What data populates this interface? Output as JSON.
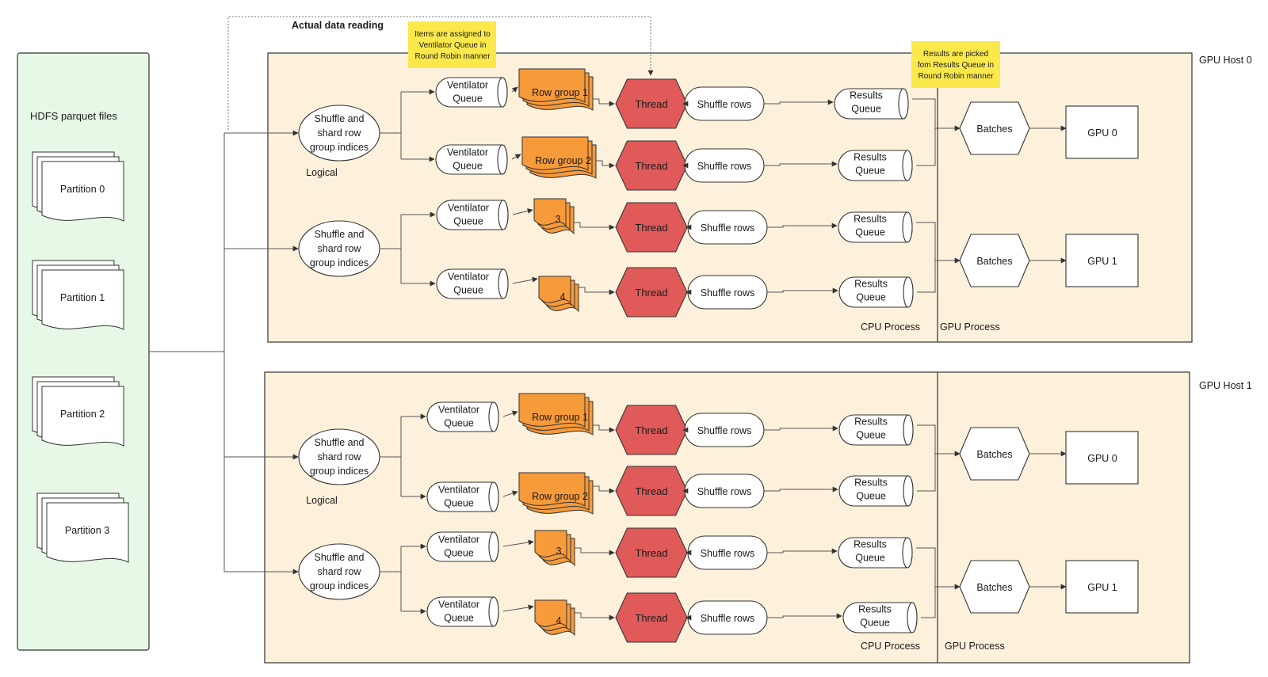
{
  "source": {
    "title": "HDFS parquet files",
    "partitions": [
      "Partition 0",
      "Partition 1",
      "Partition 2",
      "Partition 3"
    ]
  },
  "annotations": {
    "actual_data_reading": "Actual data reading",
    "note_ventilator": [
      "Items are assigned to",
      "Ventilator Queue in",
      "Round Robin manner"
    ],
    "note_results": [
      "Results are picked",
      "fom Results Queue in",
      "Round Robin manner"
    ]
  },
  "hosts": [
    {
      "title": "GPU Host 0",
      "cpu_label": "CPU Process",
      "gpu_label": "GPU Process",
      "logical_label": "Logical",
      "shard_label": [
        "Shuffle and",
        "shard row",
        "group indices"
      ],
      "lanes": [
        {
          "ventilator": [
            "Ventilator",
            "Queue"
          ],
          "row_group": "Row group 1",
          "thread": "Thread",
          "shuffle": "Shuffle rows",
          "results": [
            "Results",
            "Queue"
          ]
        },
        {
          "ventilator": [
            "Ventilator",
            "Queue"
          ],
          "row_group": "Row group 2",
          "thread": "Thread",
          "shuffle": "Shuffle rows",
          "results": [
            "Results",
            "Queue"
          ]
        },
        {
          "ventilator": [
            "Ventilator",
            "Queue"
          ],
          "row_group": "3",
          "thread": "Thread",
          "shuffle": "Shuffle rows",
          "results": [
            "Results",
            "Queue"
          ]
        },
        {
          "ventilator": [
            "Ventilator",
            "Queue"
          ],
          "row_group": "4",
          "thread": "Thread",
          "shuffle": "Shuffle rows",
          "results": [
            "Results",
            "Queue"
          ]
        }
      ],
      "batches": [
        "Batches",
        "Batches"
      ],
      "gpus": [
        "GPU 0",
        "GPU 1"
      ]
    },
    {
      "title": "GPU Host 1",
      "cpu_label": "CPU Process",
      "gpu_label": "GPU Process",
      "logical_label": "Logical",
      "shard_label": [
        "Shuffle and",
        "shard row",
        "group indices"
      ],
      "lanes": [
        {
          "ventilator": [
            "Ventilator",
            "Queue"
          ],
          "row_group": "Row group 1",
          "thread": "Thread",
          "shuffle": "Shuffle rows",
          "results": [
            "Results",
            "Queue"
          ]
        },
        {
          "ventilator": [
            "Ventilator",
            "Queue"
          ],
          "row_group": "Row group 2",
          "thread": "Thread",
          "shuffle": "Shuffle rows",
          "results": [
            "Results",
            "Queue"
          ]
        },
        {
          "ventilator": [
            "Ventilator",
            "Queue"
          ],
          "row_group": "3",
          "thread": "Thread",
          "shuffle": "Shuffle rows",
          "results": [
            "Results",
            "Queue"
          ]
        },
        {
          "ventilator": [
            "Ventilator",
            "Queue"
          ],
          "row_group": "4",
          "thread": "Thread",
          "shuffle": "Shuffle rows",
          "results": [
            "Results",
            "Queue"
          ]
        }
      ],
      "batches": [
        "Batches",
        "Batches"
      ],
      "gpus": [
        "GPU 0",
        "GPU 1"
      ]
    }
  ],
  "colors": {
    "source_fill": "#e8f8e6",
    "host_fill": "#fdf1dc",
    "thread_fill": "#e05a5a",
    "row_group_fill": "#f79a3a",
    "note_fill": "#fbe84b",
    "stroke": "#333333"
  }
}
